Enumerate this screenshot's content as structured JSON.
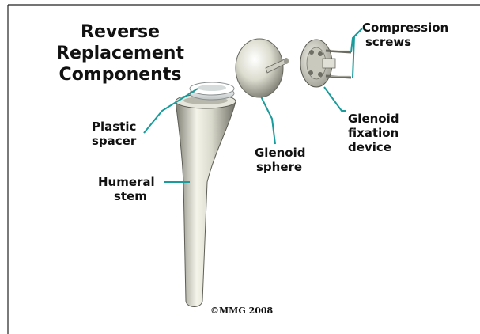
{
  "title": {
    "line1": "Reverse",
    "line2": "Replacement",
    "line3": "Components"
  },
  "labels": {
    "compression_screws": {
      "line1": "Compression",
      "line2": "screws"
    },
    "glenoid_fixation": {
      "line1": "Glenoid",
      "line2": "fixation",
      "line3": "device"
    },
    "glenoid_sphere": {
      "line1": "Glenoid",
      "line2": "sphere"
    },
    "plastic_spacer": {
      "line1": "Plastic",
      "line2": "spacer"
    },
    "humeral_stem": {
      "line1": "Humeral",
      "line2": "stem"
    }
  },
  "copyright": "©MMG 2008",
  "colors": {
    "leader_line": "#1a9c9c",
    "border": "#222222",
    "metal_light": "#f2f2e8",
    "metal_dark": "#8a8a80"
  }
}
